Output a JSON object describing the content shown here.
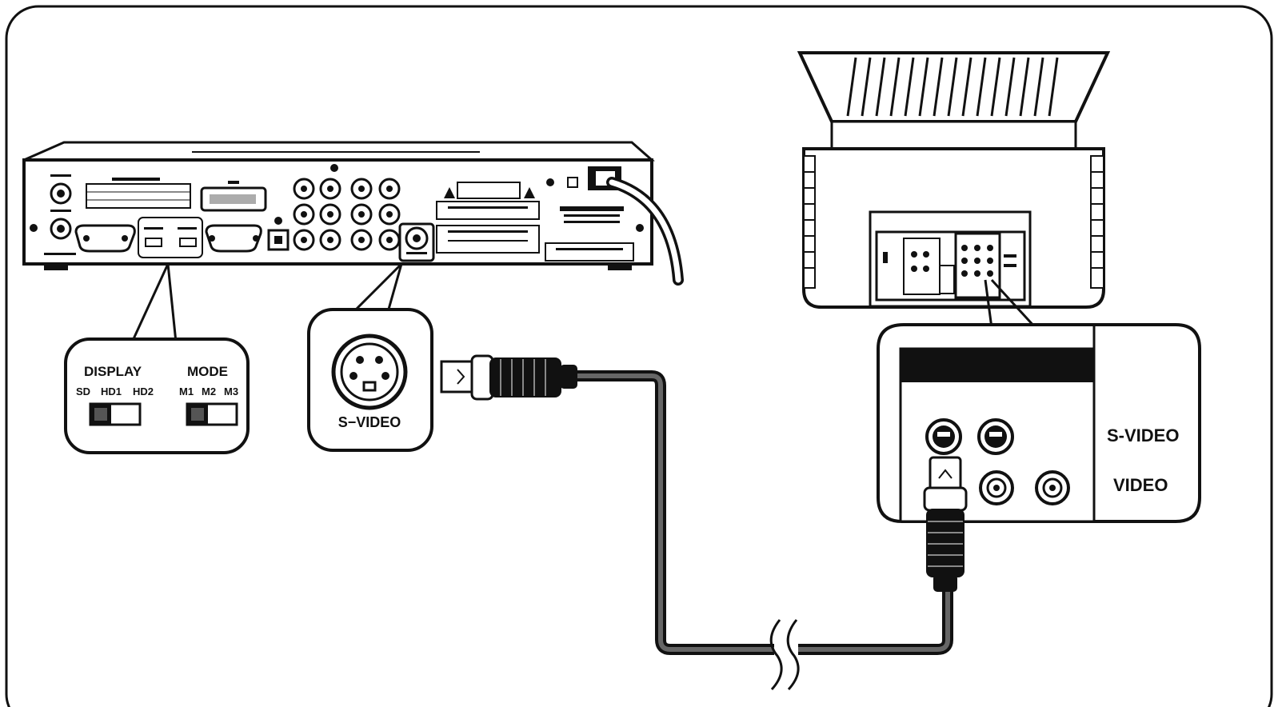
{
  "colors": {
    "ink": "#111111",
    "background": "#ffffff",
    "panel": "#ffffff"
  },
  "player_callout_switches": {
    "display": {
      "title": "DISPLAY",
      "positions": [
        "SD",
        "HD1",
        "HD2"
      ]
    },
    "mode": {
      "title": "MODE",
      "positions": [
        "M1",
        "M2",
        "M3"
      ]
    }
  },
  "player_callout_jack": {
    "label": "S−VIDEO"
  },
  "tv_callout": {
    "row1_label": "S-VIDEO",
    "row2_label": "VIDEO"
  },
  "icons": [
    "dvd-player-rear-panel",
    "s-video-jack-icon",
    "s-video-plug-icon",
    "television-rear-icon",
    "cable-break-icon"
  ]
}
